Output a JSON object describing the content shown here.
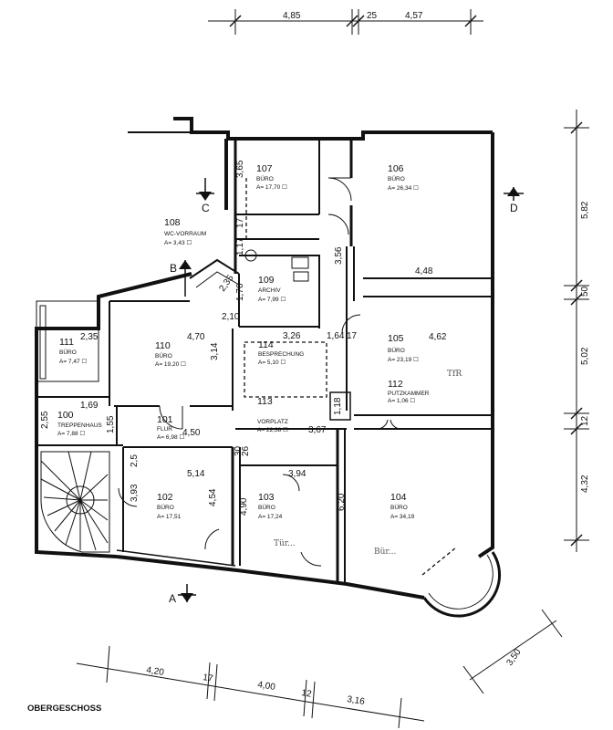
{
  "drawing_title": "OBERGESCHOSS",
  "rooms": [
    {
      "number": "100",
      "name": "TREPPENHAUS",
      "area": "A= 7,88 ☐"
    },
    {
      "number": "101",
      "name": "FLUR",
      "area": "A= 6,98 ☐"
    },
    {
      "number": "102",
      "name": "BÜRO",
      "area": "A= 17,51"
    },
    {
      "number": "103",
      "name": "BÜRO",
      "area": "A= 17,24"
    },
    {
      "number": "104",
      "name": "BÜRO",
      "area": "A= 34,19"
    },
    {
      "number": "105",
      "name": "BÜRO",
      "area": "A= 23,19 ☐"
    },
    {
      "number": "106",
      "name": "BÜRO",
      "area": "A= 26,34 ☐"
    },
    {
      "number": "107",
      "name": "BÜRO",
      "area": "A= 17,70 ☐"
    },
    {
      "number": "108",
      "name": "WC-VORRAUM",
      "area": "A= 3,43 ☐"
    },
    {
      "number": "109",
      "name": "ARCHIV",
      "area": "A= 7,99 ☐"
    },
    {
      "number": "110",
      "name": "BÜRO",
      "area": "A= 19,20 ☐"
    },
    {
      "number": "111",
      "name": "BÜRO",
      "area": "A= 7,47 ☐"
    },
    {
      "number": "112",
      "name": "PUTZKAMMER",
      "area": "A= 1,06 ☐"
    },
    {
      "number": "113",
      "name": "VORPLATZ",
      "area": "A= 22,38 ☐"
    },
    {
      "number": "114",
      "name": "BESPRECHUNG",
      "area": "A= 5,10 ☐"
    }
  ],
  "section_markers": [
    "A",
    "B",
    "C",
    "D"
  ],
  "top_dims": [
    "4,85",
    "25",
    "4,57"
  ],
  "right_dims": [
    "5,82",
    "50",
    "5,02",
    "12",
    "4,32"
  ],
  "bottom_dims": [
    "4,20",
    "17",
    "4,00",
    "12",
    "3,16"
  ],
  "diagonal_dim": "3,50",
  "inner_dims": [
    "3,65",
    "17",
    "1,17",
    "1,76",
    "2,35",
    "4,70",
    "3,14",
    "4,48",
    "4,62",
    "3,26",
    "1,64",
    "17",
    "3,56",
    "1,69",
    "2,55",
    "4,50",
    "1,55",
    "2,5",
    "5,14",
    "3,93",
    "4,54",
    "3,94",
    "4,90",
    "6,20",
    "3,67",
    "1,18",
    "2,35",
    "2,10",
    "26",
    "30"
  ],
  "annotations": [
    "TfR",
    "Tür...",
    "Bür..."
  ]
}
